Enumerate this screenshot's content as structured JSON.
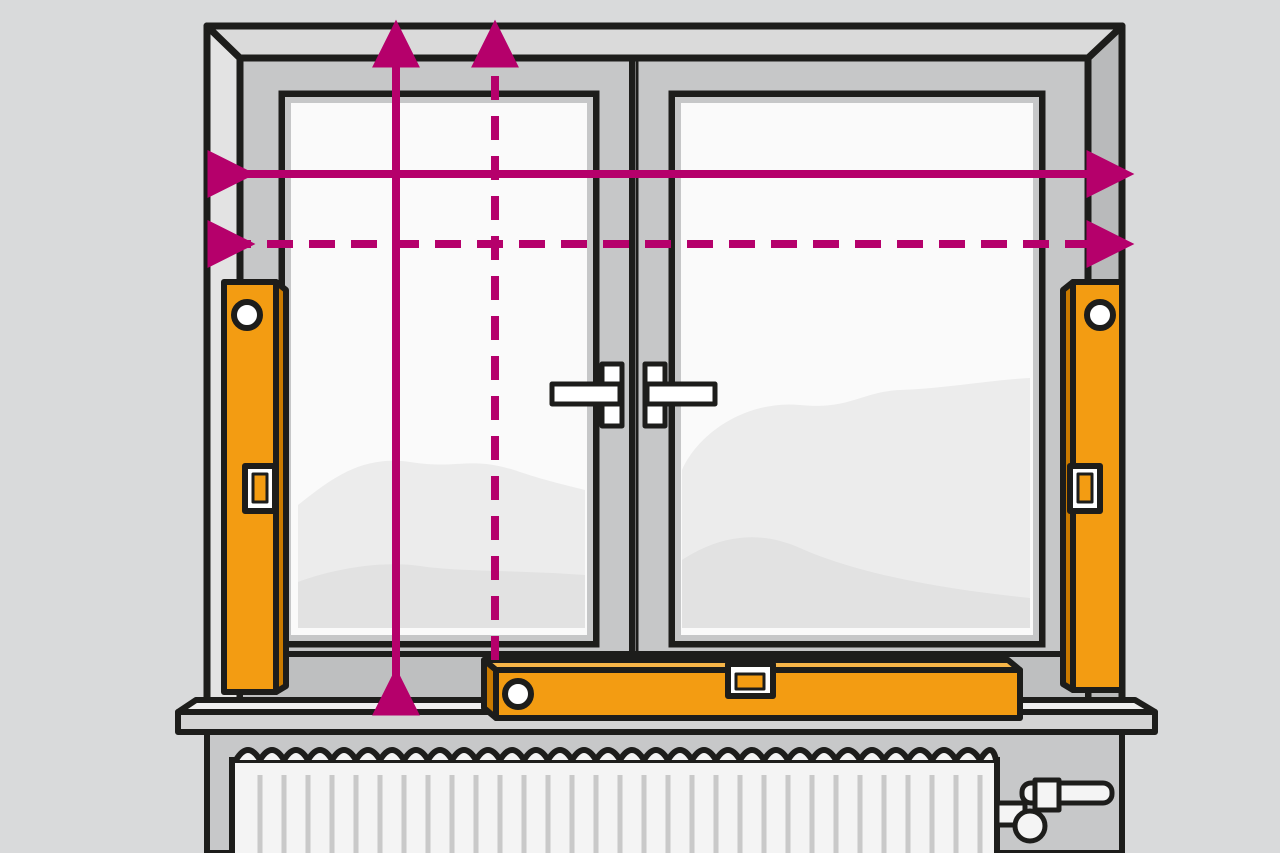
{
  "scene": {
    "subject": "window-measurement-illustration",
    "colors": {
      "wall": "#d9dadb",
      "frame": "#c6c7c8",
      "frame_light": "#dcdcdc",
      "glass": "#fafafa",
      "cloud": "#e7e7e7",
      "outline": "#1d1d1b",
      "measure": "#b5006b",
      "spirit_level": "#f39c12",
      "radiator": "#f4f4f4"
    },
    "icons": [
      "double-arrow-vertical-solid",
      "double-arrow-vertical-dashed",
      "double-arrow-horizontal-solid",
      "double-arrow-horizontal-dashed",
      "spirit-level-icon",
      "window-handle-icon",
      "radiator-icon",
      "valve-icon"
    ]
  }
}
